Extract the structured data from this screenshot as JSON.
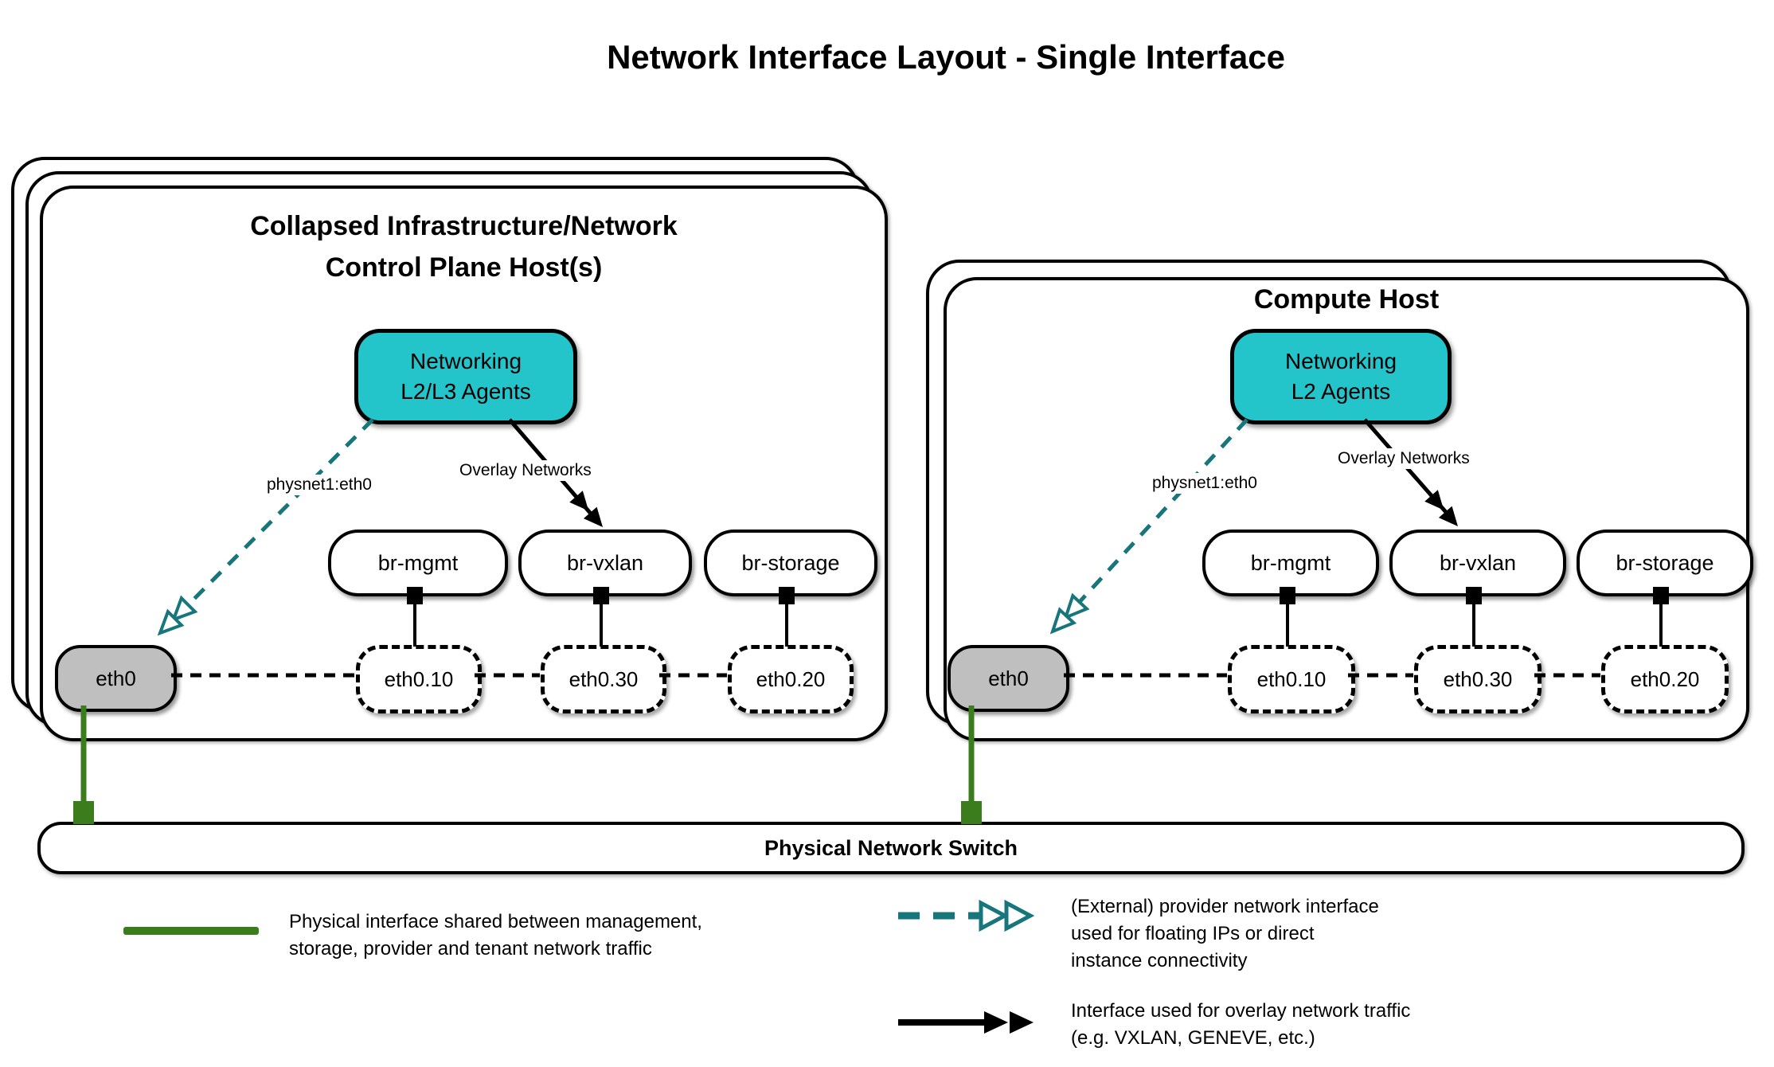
{
  "title": "Network Interface Layout - Single Interface",
  "hosts": [
    {
      "title_line1": "Collapsed Infrastructure/Network",
      "title_line2": "Control Plane Host(s)",
      "agent_line1": "Networking",
      "agent_line2": "L2/L3 Agents",
      "provider_label": "physnet1:eth0",
      "overlay_label": "Overlay Networks",
      "bridges": [
        "br-mgmt",
        "br-vxlan",
        "br-storage"
      ],
      "interface": "eth0",
      "subinterfaces": [
        "eth0.10",
        "eth0.30",
        "eth0.20"
      ]
    },
    {
      "title_line1": "Compute Host",
      "agent_line1": "Networking",
      "agent_line2": "L2 Agents",
      "provider_label": "physnet1:eth0",
      "overlay_label": "Overlay Networks",
      "bridges": [
        "br-mgmt",
        "br-vxlan",
        "br-storage"
      ],
      "interface": "eth0",
      "subinterfaces": [
        "eth0.10",
        "eth0.30",
        "eth0.20"
      ]
    }
  ],
  "switch_label": "Physical Network Switch",
  "legend": [
    {
      "symbol": "green-solid-line",
      "text_lines": [
        "Physical interface shared between management,",
        "storage, provider and tenant network traffic"
      ]
    },
    {
      "symbol": "teal-dashed-double-arrow",
      "text_lines": [
        "(External) provider network interface",
        "used for floating IPs or direct",
        "instance connectivity"
      ]
    },
    {
      "symbol": "black-solid-double-arrow",
      "text_lines": [
        "Interface used for overlay network traffic",
        "(e.g. VXLAN, GENEVE, etc.)"
      ]
    }
  ],
  "colors": {
    "agent_fill": "#23c4ca",
    "provider_arrow": "#17767b",
    "physical_link": "#3b7d1d",
    "interface_fill": "#bfbfbf"
  }
}
